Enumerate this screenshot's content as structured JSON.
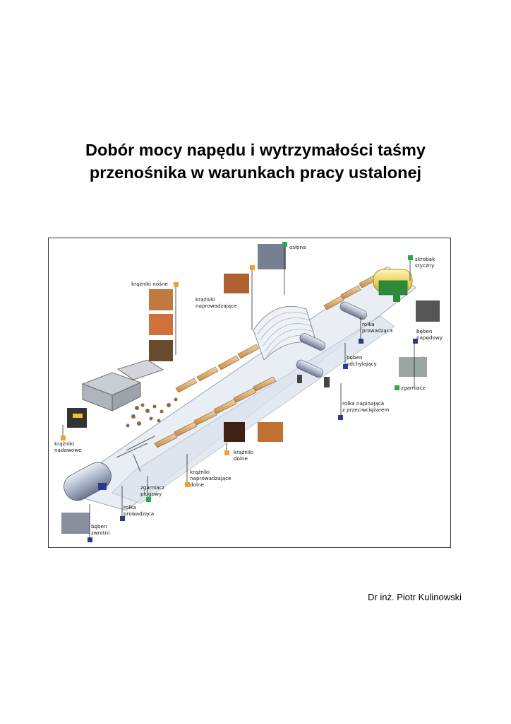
{
  "document": {
    "title_line1": "Dobór mocy napędu i wytrzymałości taśmy",
    "title_line2": "przenośnika w warunkach pracy ustalonej",
    "author": "Dr inż. Piotr Kulinowski"
  },
  "figure": {
    "labels": {
      "oslona": "osłona",
      "skrobak_1": "skrobak",
      "skrobak_2": "styczny",
      "kraz_nosne": "krążniki nośne",
      "kraz_naprow_1": "krążniki",
      "kraz_naprow_2": "naprowadzające",
      "rolka_prow_top_1": "rolka",
      "rolka_prow_top_2": "prowadząca",
      "beben_nap_1": "bęben",
      "beben_nap_2": "napędowy",
      "beben_odch_1": "bęben",
      "beben_odch_2": "odchylający",
      "zgarniacz_top": "zgarniacz",
      "rolka_napin_1": "rolka napinająca",
      "rolka_napin_2": "z przeciwciężarem",
      "kraz_nadaw_1": "krążniki",
      "kraz_nadaw_2": "nadawowe",
      "kraz_dolne_1": "krążniki",
      "kraz_dolne_2": "dolne",
      "kraz_naprow_dol_1": "krążniki",
      "kraz_naprow_dol_2": "naprowadzające",
      "kraz_naprow_dol_3": "dolne",
      "zgarniacz_plug_1": "zgarniacz",
      "zgarniacz_plug_2": "pługowy",
      "rolka_prow_bot_1": "rolka",
      "rolka_prow_bot_2": "prowadząca",
      "beben_zwrot_1": "bęben",
      "beben_zwrot_2": "zwrotni"
    },
    "colors": {
      "orange_marker": "#f0a030",
      "green_marker": "#2ea84a",
      "blue_marker": "#2b3a8c"
    }
  }
}
